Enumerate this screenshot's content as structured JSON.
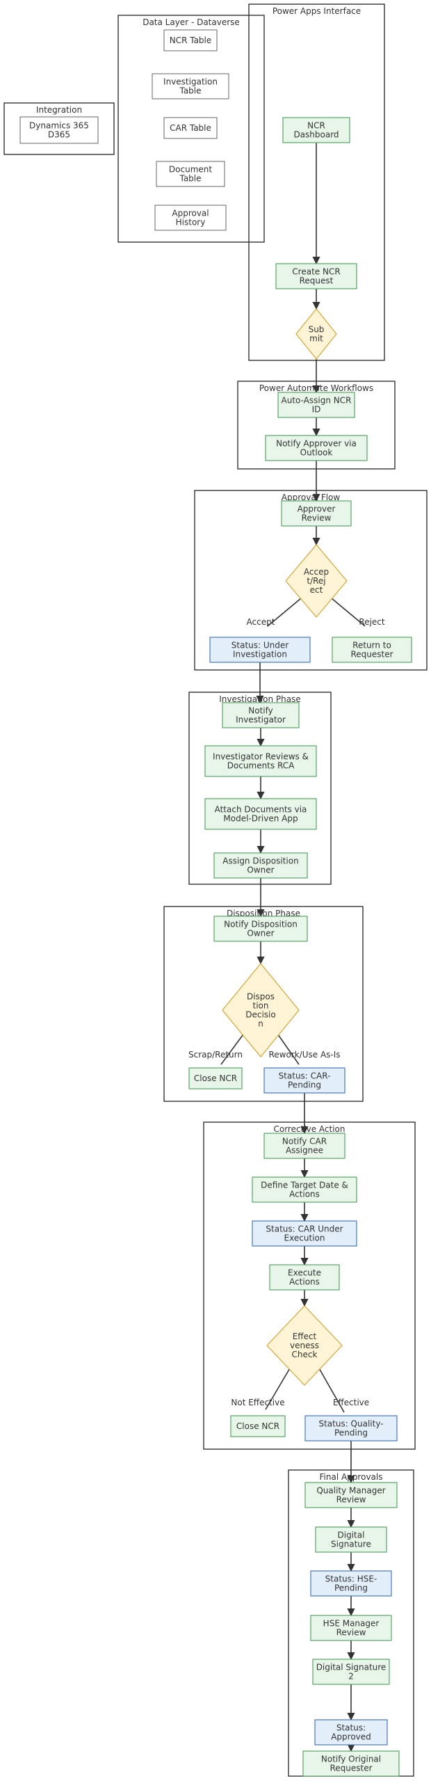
{
  "clusters": {
    "power_apps": "Power Apps Interface",
    "data_layer": "Data Layer - Dataverse",
    "integration": "Integration",
    "power_automate": "Power Automate Workflows",
    "approval_flow": "Approval Flow",
    "investigation": "Investigation Phase",
    "disposition": "Disposition Phase",
    "corrective": "Corrective Action",
    "final": "Final Approvals"
  },
  "nodes": {
    "ncr_table": [
      "NCR Table"
    ],
    "investigation_table": [
      "Investigation",
      "Table"
    ],
    "car_table": [
      "CAR Table"
    ],
    "document_table": [
      "Document",
      "Table"
    ],
    "approval_history": [
      "Approval",
      "History"
    ],
    "dynamics": [
      "Dynamics 365",
      "D365"
    ],
    "ncr_dashboard": [
      "NCR",
      "Dashboard"
    ],
    "create_ncr": [
      "Create NCR",
      "Request"
    ],
    "submit": [
      "Sub",
      "mit"
    ],
    "auto_assign": [
      "Auto-Assign NCR",
      "ID"
    ],
    "notify_approver": [
      "Notify Approver via",
      "Outlook"
    ],
    "approver_review": [
      "Approver",
      "Review"
    ],
    "accept_reject": [
      "Accep",
      "t/Rej",
      "ect"
    ],
    "status_investigation": [
      "Status: Under",
      "Investigation"
    ],
    "return_requester": [
      "Return to",
      "Requester"
    ],
    "notify_investigator": [
      "Notify",
      "Investigator"
    ],
    "investigator_reviews": [
      "Investigator Reviews &",
      "Documents RCA"
    ],
    "attach_documents": [
      "Attach Documents via",
      "Model-Driven App"
    ],
    "assign_disposition": [
      "Assign Disposition",
      "Owner"
    ],
    "notify_disposition": [
      "Notify Disposition",
      "Owner"
    ],
    "disposition_decision": [
      "Dispos",
      "tion",
      "Decisio",
      "n"
    ],
    "close_ncr_1": [
      "Close NCR"
    ],
    "status_car_pending": [
      "Status: CAR-",
      "Pending"
    ],
    "notify_car": [
      "Notify CAR",
      "Assignee"
    ],
    "define_target": [
      "Define Target Date &",
      "Actions"
    ],
    "status_car_execution": [
      "Status: CAR Under",
      "Execution"
    ],
    "execute_actions": [
      "Execute",
      "Actions"
    ],
    "effectiveness": [
      "Effect",
      "veness",
      "Check"
    ],
    "close_ncr_2": [
      "Close NCR"
    ],
    "status_quality": [
      "Status: Quality-",
      "Pending"
    ],
    "quality_manager": [
      "Quality Manager",
      "Review"
    ],
    "digital_signature": [
      "Digital",
      "Signature"
    ],
    "status_hse": [
      "Status: HSE-",
      "Pending"
    ],
    "hse_manager": [
      "HSE Manager",
      "Review"
    ],
    "digital_signature_2": [
      "Digital Signature",
      "2"
    ],
    "status_approved": [
      "Status:",
      "Approved"
    ],
    "notify_original": [
      "Notify Original",
      "Requester"
    ]
  },
  "edge_labels": {
    "accept": "Accept",
    "reject": "Reject",
    "scrap_return": "Scrap/Return",
    "rework": "Rework/Use As-Is",
    "not_effective": "Not Effective",
    "effective": "Effective"
  },
  "colors": {
    "green_fill": "#e8f5e9",
    "green_stroke": "#5aa469",
    "blue_fill": "#e3eefb",
    "blue_stroke": "#4a78b8",
    "diamond_fill": "#fff5d6",
    "diamond_stroke": "#d4a53a"
  }
}
